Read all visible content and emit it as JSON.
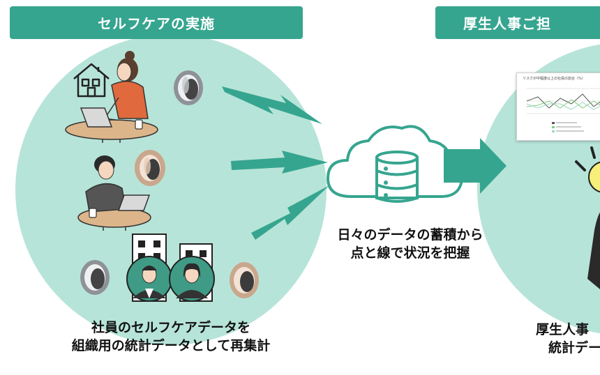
{
  "left_panel": {
    "banner": "セルフケアの実施",
    "caption_line1": "社員のセルフケアデータを",
    "caption_line2": "組織用の統計データとして再集計"
  },
  "center": {
    "caption_line1": "日々のデータの蓄積から",
    "caption_line2": "点と線で状況を把握"
  },
  "right_panel": {
    "banner": "厚生人事ご担",
    "caption_line1": "厚生人事",
    "caption_line2": "統計デー",
    "mini_chart_title": "リスクが中程度以上の社員の割合（%）"
  },
  "colors": {
    "teal": "#36a58f",
    "circle": "#b7e4d8",
    "skin": "#f5d6bf",
    "sweater": "#e06a3d",
    "table": "#dcb58a"
  },
  "icons": [
    "house-icon",
    "smart-ring-icon",
    "cloud-icon",
    "database-icon",
    "lightning-icon",
    "arrow-right-icon",
    "office-building-icon",
    "laptop-icon",
    "lightbulb-icon"
  ]
}
